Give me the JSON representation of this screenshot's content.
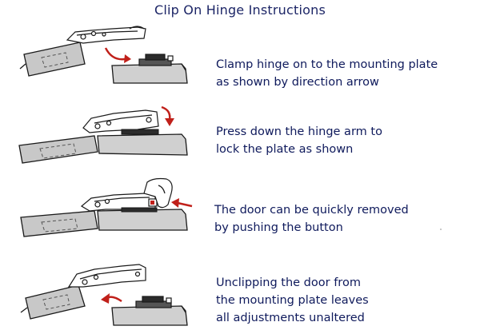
{
  "title": "Clip On Hinge Instructions",
  "steps": [
    {
      "line1": "Clamp hinge on to the mounting plate",
      "line2": "as shown by direction arrow"
    },
    {
      "line1": "Press down the hinge arm to",
      "line2": "lock the plate as shown"
    },
    {
      "line1": "The door can be quickly removed",
      "line2": "by pushing the button"
    },
    {
      "line1": "Unclipping the door from",
      "line2": "the mounting plate leaves",
      "line3": "all adjustments unaltered"
    }
  ],
  "colors": {
    "text": "#0f1a5c",
    "door_gray": "#c8c8c8",
    "plate_gray": "#d0d0d0",
    "arrow_red": "#c0201a",
    "outline": "#1a1a1a"
  }
}
